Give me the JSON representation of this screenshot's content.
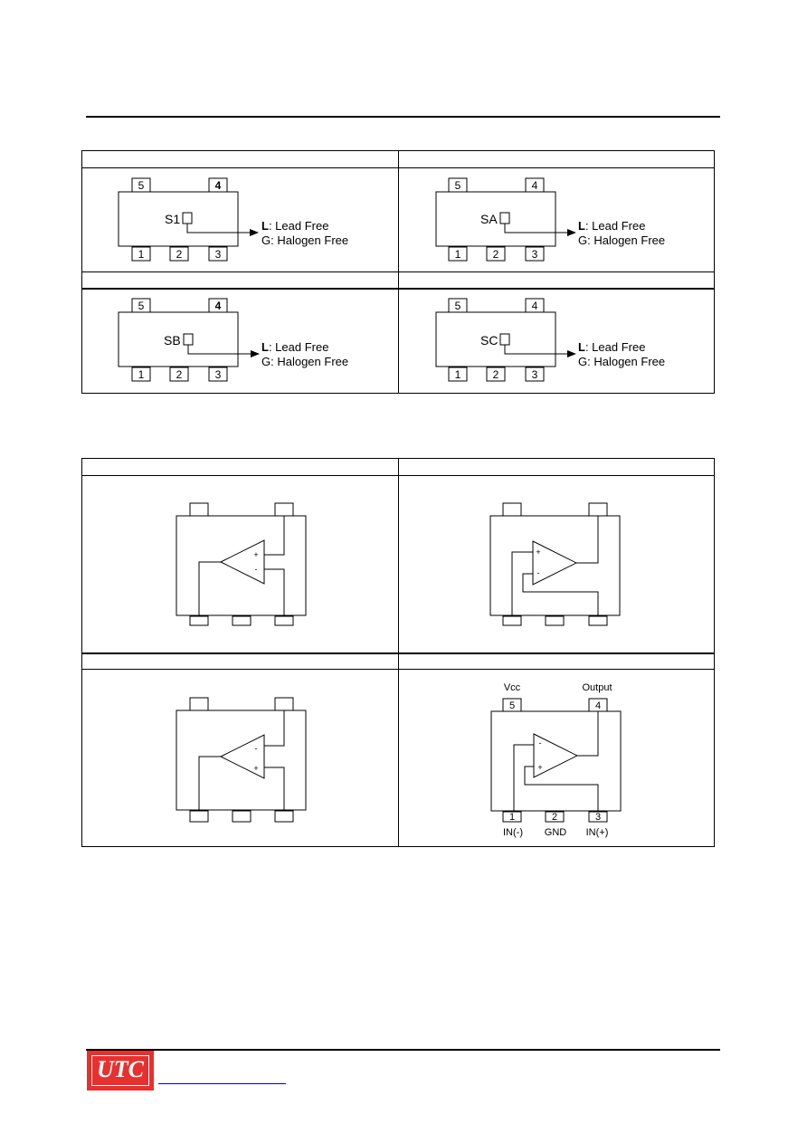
{
  "marking": {
    "cells": [
      {
        "code": "S1",
        "pins_top": [
          "5",
          "4"
        ],
        "pins_bottom": [
          "1",
          "2",
          "3"
        ],
        "bold_pin": "4"
      },
      {
        "code": "SA",
        "pins_top": [
          "5",
          "4"
        ],
        "pins_bottom": [
          "1",
          "2",
          "3"
        ],
        "bold_pin": ""
      },
      {
        "code": "SB",
        "pins_top": [
          "5",
          "4"
        ],
        "pins_bottom": [
          "1",
          "2",
          "3"
        ],
        "bold_pin": "4"
      },
      {
        "code": "SC",
        "pins_top": [
          "5",
          "4"
        ],
        "pins_bottom": [
          "1",
          "2",
          "3"
        ],
        "bold_pin": ""
      }
    ],
    "legend_line1_bold": "L",
    "legend_line1_rest": ": Lead Free",
    "legend_line2": "G: Halogen Free"
  },
  "pinout": {
    "cells": [
      {
        "top_sign": "+",
        "bottom_sign": "-"
      },
      {
        "top_sign": "+",
        "bottom_sign": "-"
      },
      {
        "top_sign": "-",
        "bottom_sign": "+"
      },
      {
        "top_sign": "-",
        "bottom_sign": "+"
      }
    ],
    "labeled": {
      "vcc": "Vcc",
      "output": "Output",
      "pin5": "5",
      "pin4": "4",
      "pin1": "1",
      "pin2": "2",
      "pin3": "3",
      "in_minus": "IN(-)",
      "gnd": "GND",
      "in_plus": "IN(+)"
    }
  },
  "footer": {
    "logo_text": "UTC"
  }
}
